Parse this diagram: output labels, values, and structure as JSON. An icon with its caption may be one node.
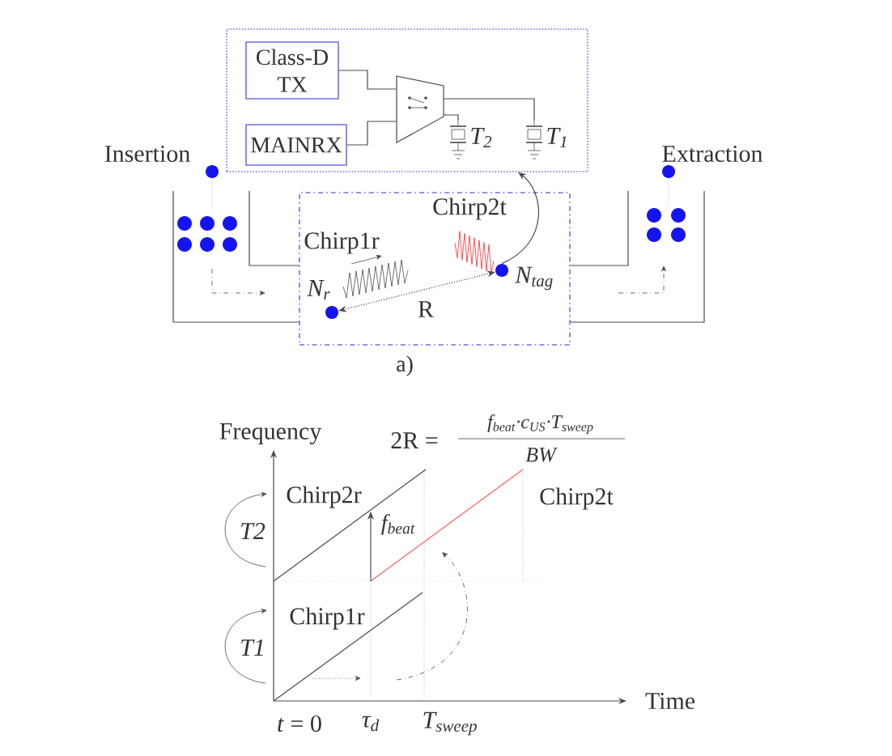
{
  "diagram": {
    "nodes": [
      {
        "text": [],
        "shape": "box"
      },
      {
        "text": [
          "Class-D TX"
        ],
        "in": 0
      },
      {
        "text": [
          "MAINRX"
        ],
        "in": 0
      },
      {
        "text": [],
        "shape": "trapezoid",
        "in": 0
      },
      {
        "text": [],
        "shape": "picture",
        "beside": [
          "T$_{2}$"
        ],
        "in": 0
      },
      {
        "text": [],
        "shape": "picture",
        "beside": [
          "T$_{1}$"
        ],
        "in": 0
      },
      {
        "text": [],
        "shape": "box"
      },
      {
        "text": [],
        "shape": "circle",
        "beside": [
          "N$_{r}$"
        ],
        "in": 6
      },
      {
        "text": [],
        "shape": "circle",
        "beside": [
          "N$_{tag}$"
        ],
        "in": 6
      }
    ],
    "edges": [
      {
        "from": 1,
        "to": 3,
        "arrow": "none"
      },
      {
        "from": 2,
        "to": 3,
        "arrow": "none"
      },
      {
        "from": 3,
        "to": 4,
        "arrow": "none"
      },
      {
        "from": 3,
        "to": 5,
        "arrow": "none"
      },
      {
        "from": 7,
        "to": 8,
        "arrow": "both",
        "label": "R",
        "style": "dashed"
      },
      {
        "from": 8,
        "to": 0,
        "arrow": "to"
      }
    ],
    "labels": [
      "Insertion",
      "Extraction",
      "Chirp2t",
      "Chirp1r",
      "a)",
      "Frequency",
      "2R =",
      "f$_{beat}$·c$_{US}$·T$_{sweep}$",
      "BW",
      "Chirp2r",
      "T2",
      "f$_{beat}$",
      "Chirp2t",
      "Chirp1r",
      "T1",
      "Time",
      "*t* = 0",
      "τ$_{d}$",
      "T$_{sweep}$"
    ]
  }
}
